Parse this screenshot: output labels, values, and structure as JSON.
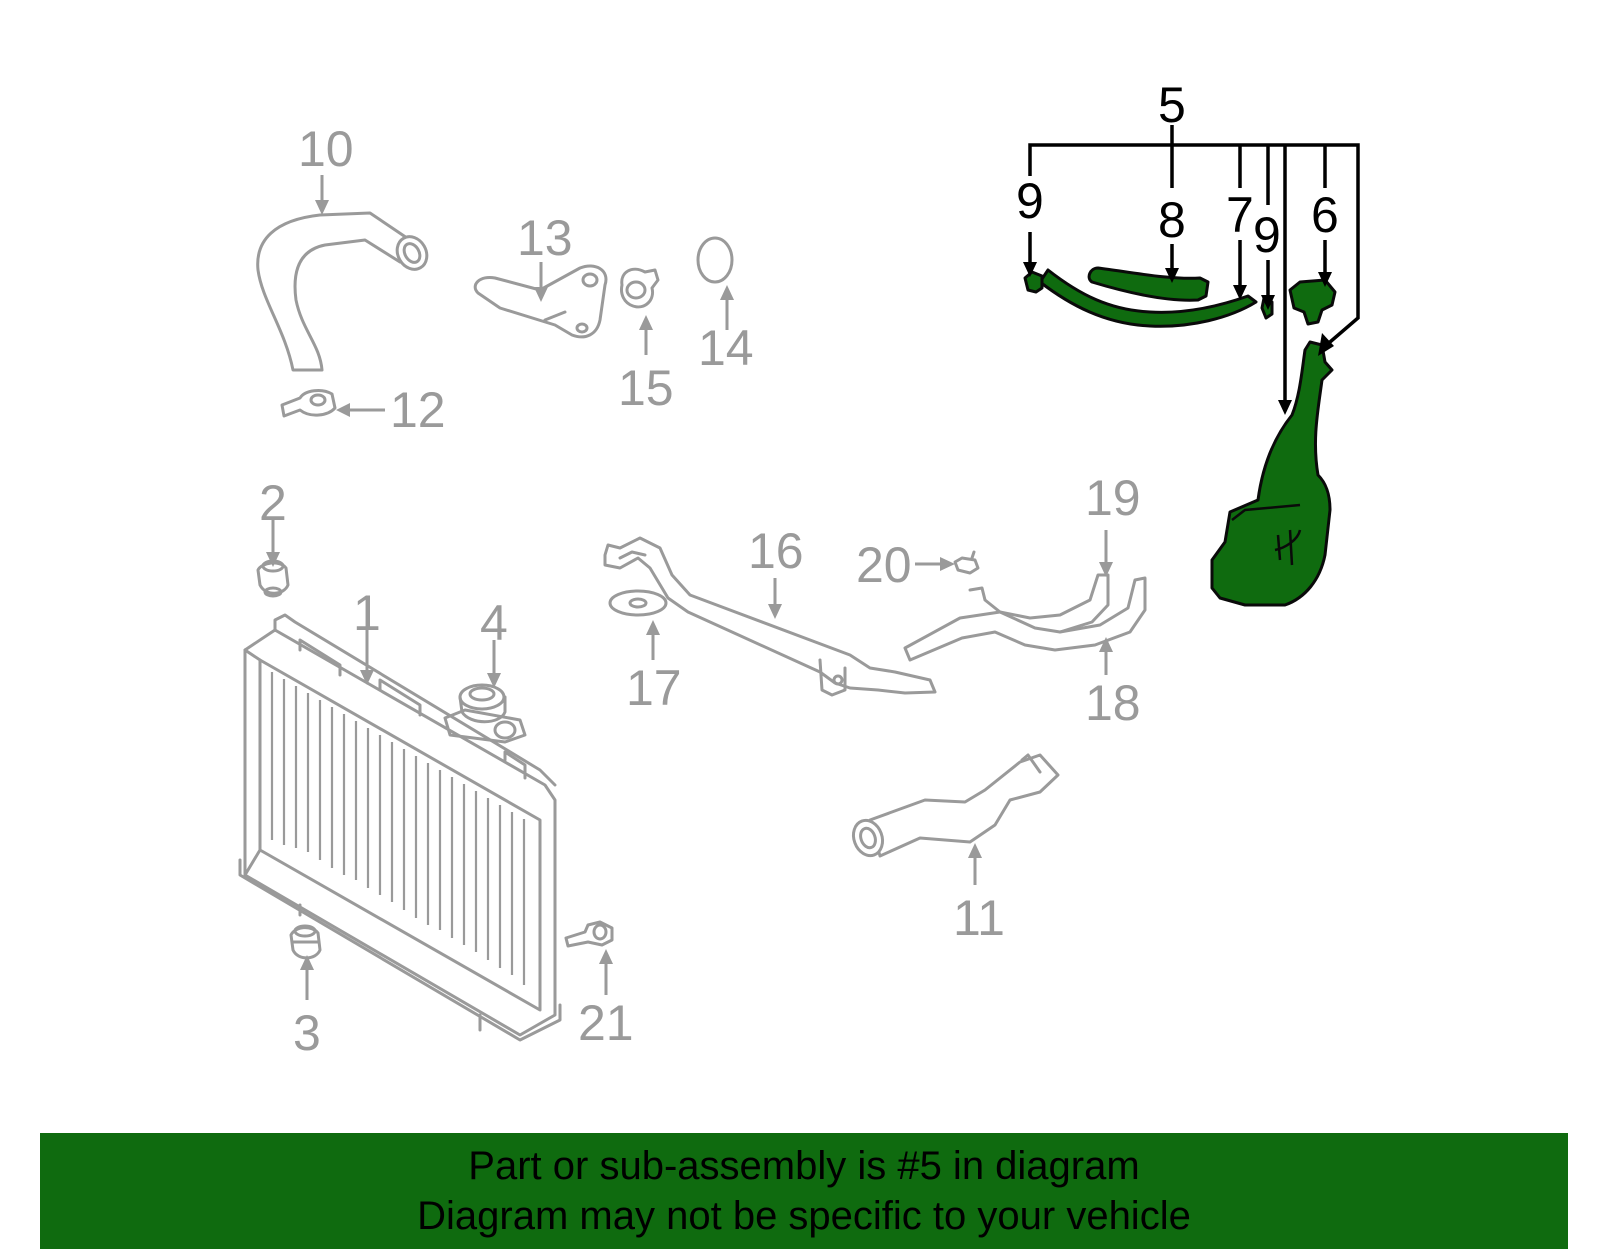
{
  "colors": {
    "highlight_green": "#0f6b0f",
    "footer_green": "#0f6b0f",
    "part_gray": "#9a9a9a",
    "callout_black": "#000000"
  },
  "callouts": {
    "gray": [
      "1",
      "2",
      "3",
      "4",
      "10",
      "11",
      "12",
      "13",
      "14",
      "15",
      "16",
      "17",
      "18",
      "19",
      "20",
      "21"
    ],
    "highlighted": [
      "5",
      "6",
      "7",
      "8",
      "9",
      "9"
    ]
  },
  "labels": {
    "c1": "1",
    "c2": "2",
    "c3": "3",
    "c4": "4",
    "c5": "5",
    "c6": "6",
    "c7": "7",
    "c8": "8",
    "c9a": "9",
    "c9b": "9",
    "c10": "10",
    "c11": "11",
    "c12": "12",
    "c13": "13",
    "c14": "14",
    "c15": "15",
    "c16": "16",
    "c17": "17",
    "c18": "18",
    "c19": "19",
    "c20": "20",
    "c21": "21"
  },
  "footer": {
    "line1": "Part or sub-assembly is #5 in diagram",
    "line2": "Diagram may not be specific to your vehicle"
  }
}
